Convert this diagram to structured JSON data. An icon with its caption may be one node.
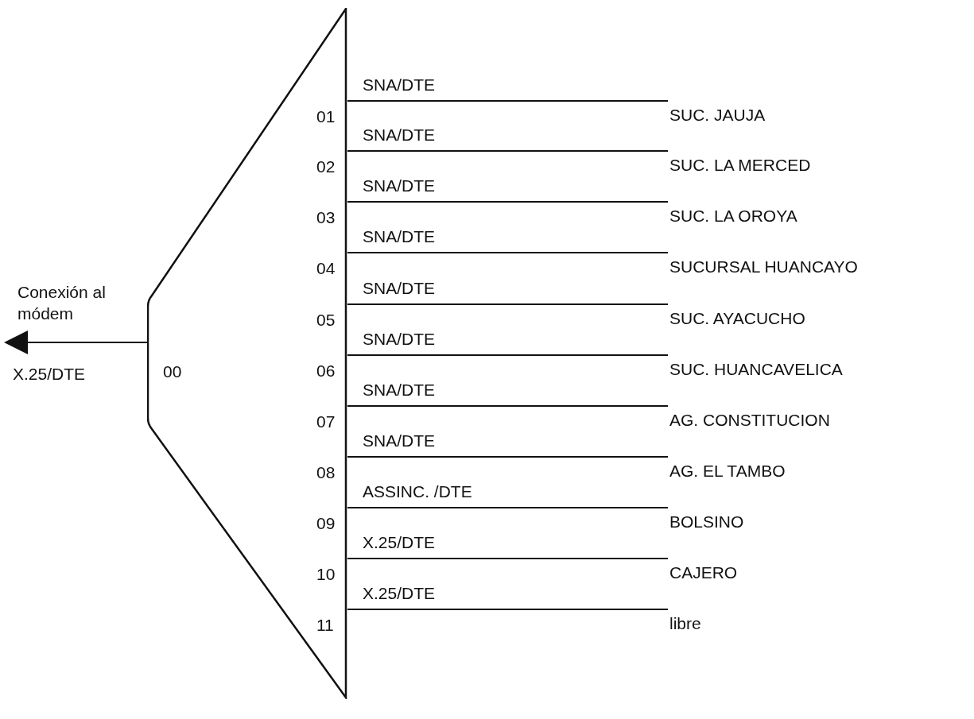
{
  "diagram": {
    "nodes": [
      {
        "text": [
          "00"
        ]
      },
      {
        "text": [
          "SUC. JAUJA"
        ]
      },
      {
        "text": [
          "SUC. LA MERCED"
        ]
      },
      {
        "text": [
          "SUC. LA OROYA"
        ]
      },
      {
        "text": [
          "SUCURSAL HUANCAYO"
        ]
      },
      {
        "text": [
          "SUC. AYACUCHO"
        ]
      },
      {
        "text": [
          "SUC. HUANCAVELICA"
        ]
      },
      {
        "text": [
          "AG. CONSTITUCION"
        ]
      },
      {
        "text": [
          "AG. EL TAMBO"
        ]
      },
      {
        "text": [
          "BOLSINO"
        ]
      },
      {
        "text": [
          "CAJERO"
        ]
      },
      {
        "text": [
          "libre"
        ]
      }
    ],
    "edges": [
      {
        "from": 0,
        "to": null,
        "arrow": "to",
        "label": "X.25/DTE"
      },
      {
        "from": 0,
        "to": 1,
        "arrow": "none",
        "label": "SNA/DTE"
      },
      {
        "from": 0,
        "to": 2,
        "arrow": "none",
        "label": "SNA/DTE"
      },
      {
        "from": 0,
        "to": 3,
        "arrow": "none",
        "label": "SNA/DTE"
      },
      {
        "from": 0,
        "to": 4,
        "arrow": "none",
        "label": "SNA/DTE"
      },
      {
        "from": 0,
        "to": 5,
        "arrow": "none",
        "label": "SNA/DTE"
      },
      {
        "from": 0,
        "to": 6,
        "arrow": "none",
        "label": "SNA/DTE"
      },
      {
        "from": 0,
        "to": 7,
        "arrow": "none",
        "label": "SNA/DTE"
      },
      {
        "from": 0,
        "to": 8,
        "arrow": "none",
        "label": "SNA/DTE"
      },
      {
        "from": 0,
        "to": 9,
        "arrow": "none",
        "label": "ASSINC. /DTE"
      },
      {
        "from": 0,
        "to": 10,
        "arrow": "none",
        "label": "X.25/DTE"
      },
      {
        "from": 0,
        "to": 11,
        "arrow": "none",
        "label": "X.25/DTE"
      }
    ],
    "labels": [
      "Conexión al módem",
      "01",
      "02",
      "03",
      "04",
      "05",
      "06",
      "07",
      "08",
      "09",
      "10",
      "11"
    ]
  }
}
